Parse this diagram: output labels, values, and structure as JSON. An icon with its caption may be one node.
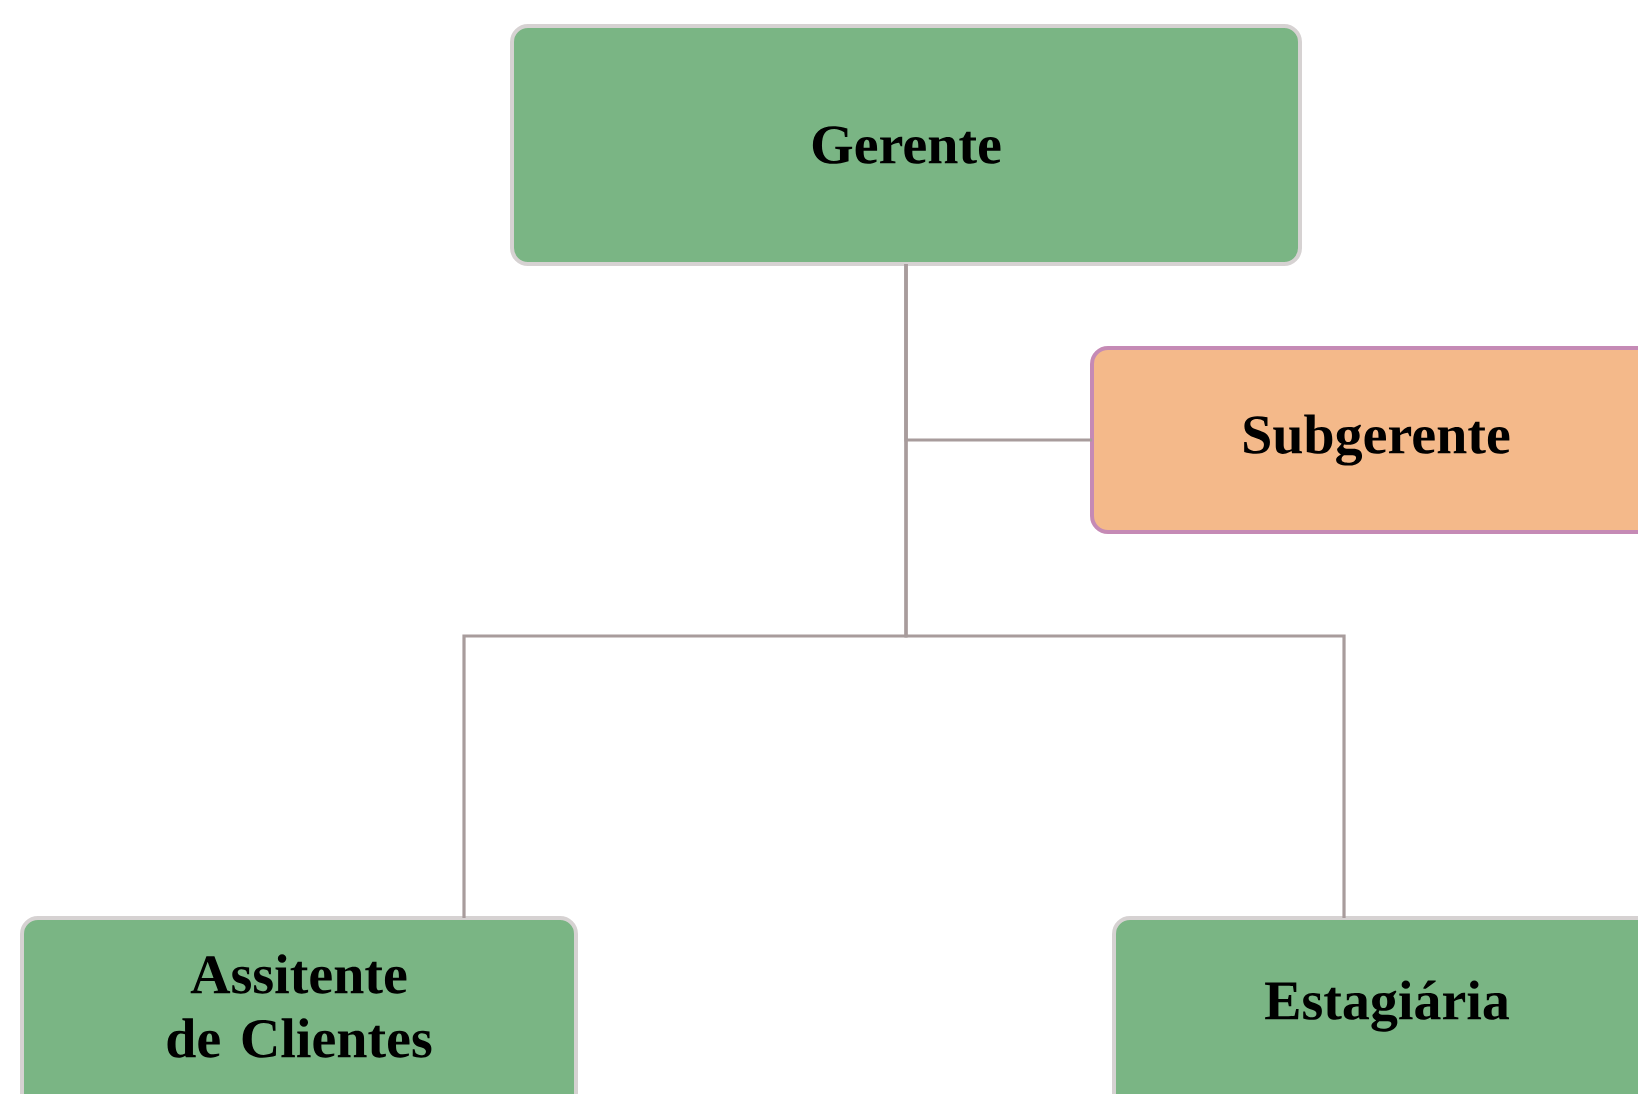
{
  "diagram": {
    "nodes": [
      {
        "text": [
          "Gerente"
        ]
      },
      {
        "text": [
          "Subgerente"
        ]
      },
      {
        "text": [
          "Assitente de Clientes"
        ]
      },
      {
        "text": [
          "Estagiária"
        ]
      }
    ],
    "edges": [
      {
        "from": 0,
        "to": 1,
        "arrow": "none"
      },
      {
        "from": 0,
        "to": 2,
        "arrow": "none"
      },
      {
        "from": 0,
        "to": 3,
        "arrow": "none"
      }
    ]
  }
}
